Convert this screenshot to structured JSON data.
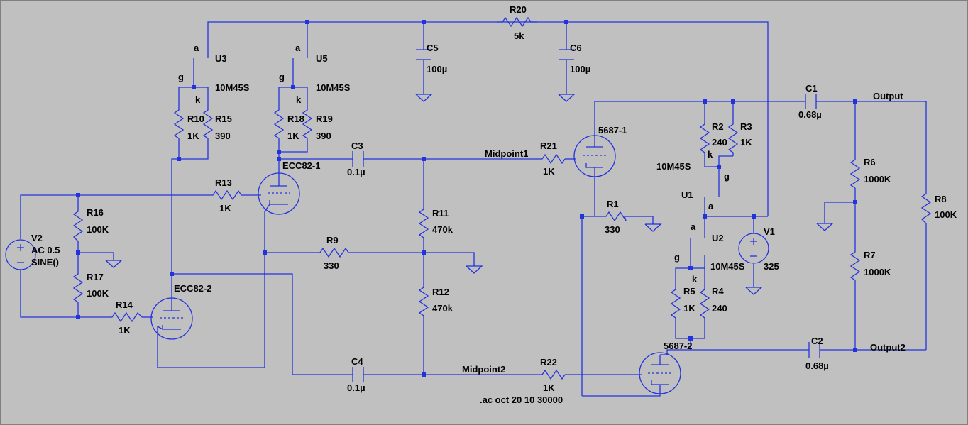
{
  "labels": {
    "r20": "R20",
    "r20_val": "5k",
    "c5": "C5",
    "c5_val": "100µ",
    "c6": "C6",
    "c6_val": "100µ",
    "u3": "U3",
    "u3_a": "a",
    "u3_g": "g",
    "u3_k": "k",
    "u3_val": "10M45S",
    "u5": "U5",
    "u5_a": "a",
    "u5_g": "g",
    "u5_k": "k",
    "u5_val": "10M45S",
    "r10": "R10",
    "r10_val": "1K",
    "r15": "R15",
    "r15_val": "390",
    "r18": "R18",
    "r18_val": "1K",
    "r19": "R19",
    "r19_val": "390",
    "ecc1": "ECC82-1",
    "c3": "C3",
    "c3_val": "0.1µ",
    "midpoint1": "Midpoint1",
    "r21": "R21",
    "r21_val": "1K",
    "t5687_1": "5687-1",
    "r2": "R2",
    "r2_val": "240",
    "r3": "R3",
    "r3_val": "1K",
    "u1_val": "10M45S",
    "u1_k": "k",
    "u1_g": "g",
    "u1": "U1",
    "u1_a": "a",
    "c1": "C1",
    "c1_val": "0.68µ",
    "output": "Output",
    "r6": "R6",
    "r6_val": "1000K",
    "r8": "R8",
    "r8_val": "100K",
    "r7": "R7",
    "r7_val": "1000K",
    "r13": "R13",
    "r13_val": "1K",
    "r16": "R16",
    "r16_val": "100K",
    "v2": "V2",
    "v2_val1": "AC 0.5",
    "v2_val2": "SINE()",
    "r17": "R17",
    "r17_val": "100K",
    "r14": "R14",
    "r14_val": "1K",
    "ecc2": "ECC82-2",
    "r9": "R9",
    "r9_val": "330",
    "r11": "R11",
    "r11_val": "470k",
    "r12": "R12",
    "r12_val": "470k",
    "r1": "R1",
    "r1_val": "330",
    "u2_a": "a",
    "u2": "U2",
    "u2_g": "g",
    "u2_k": "k",
    "u2_val": "10M45S",
    "v1": "V1",
    "v1_val": "325",
    "r5": "R5",
    "r5_val": "1K",
    "r4": "R4",
    "r4_val": "240",
    "t5687_2": "5687-2",
    "c2": "C2",
    "c2_val": "0.68µ",
    "output2": "Output2",
    "c4": "C4",
    "c4_val": "0.1µ",
    "midpoint2": "Midpoint2",
    "r22": "R22",
    "r22_val": "1K",
    "directive": ".ac oct 20 10 30000"
  }
}
